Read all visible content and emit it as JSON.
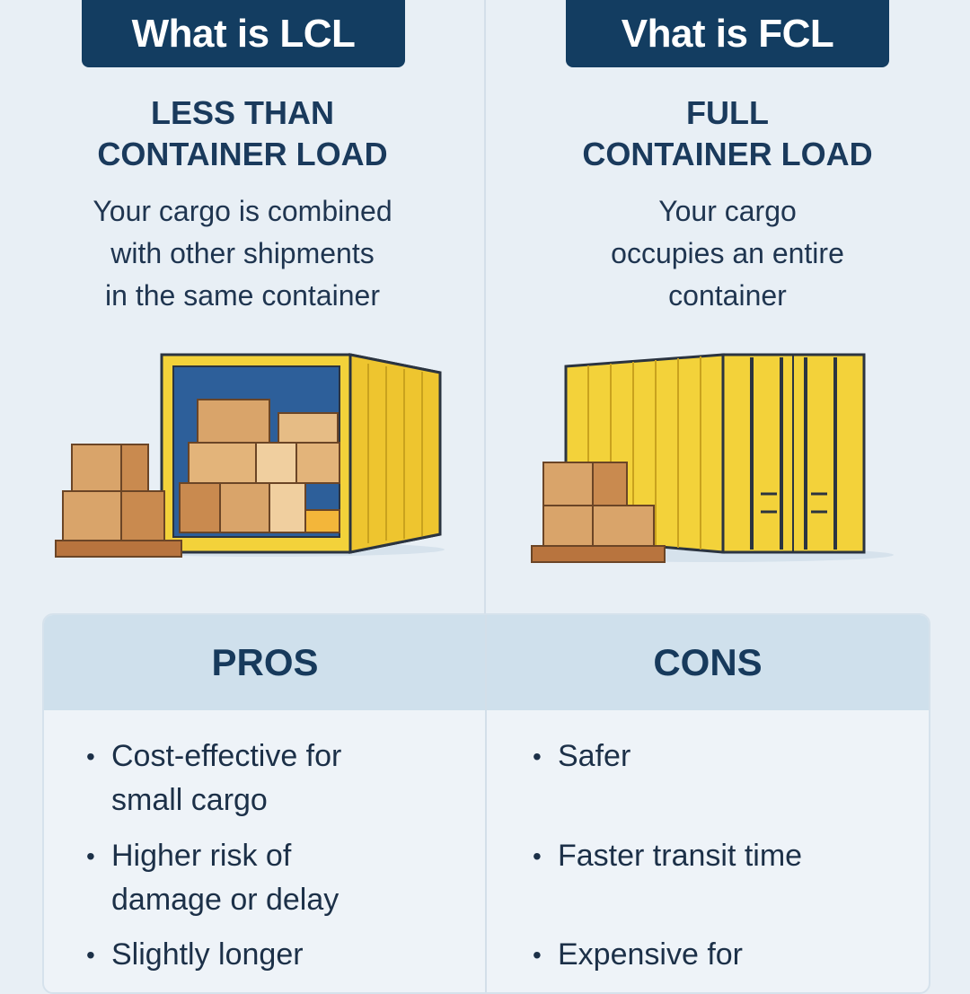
{
  "lcl": {
    "title": "What is LCL",
    "subtitle_line1": "LESS THAN",
    "subtitle_line2": "CONTAINER LOAD",
    "description": [
      "Your cargo is combined",
      "with other shipments",
      "in the same container"
    ]
  },
  "fcl": {
    "title": "Vhat is FCL",
    "subtitle_line1": "FULL",
    "subtitle_line2": "CONTAINER LOAD",
    "description": [
      "Your cargo",
      "occupies an entire",
      "container"
    ]
  },
  "table": {
    "pros_header": "PROS",
    "cons_header": "CONS",
    "pros": [
      [
        "Cost-effective for",
        "small cargo"
      ],
      [
        "Higher risk of",
        "damage or delay"
      ],
      [
        "Slightly longer"
      ]
    ],
    "cons": [
      [
        "Safer"
      ],
      [
        "Faster transit time"
      ],
      [
        "Expensive for"
      ]
    ],
    "bullet": "•"
  },
  "colors": {
    "navy": "#133d61",
    "container_yellow": "#f3d23a",
    "box_brown": "#c98a4f",
    "background": "#e8eff5"
  }
}
